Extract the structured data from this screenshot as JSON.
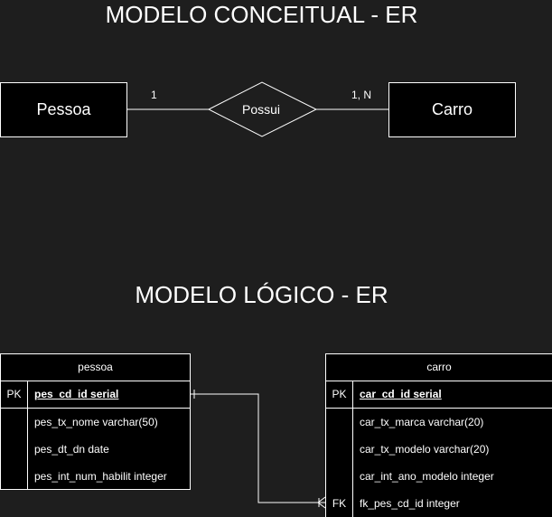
{
  "conceptual": {
    "title": "MODELO CONCEITUAL - ER",
    "entity_left": "Pessoa",
    "entity_right": "Carro",
    "relationship": "Possui",
    "card_left": "1",
    "card_right": "1, N"
  },
  "logical": {
    "title": "MODELO LÓGICO - ER",
    "pessoa": {
      "name": "pessoa",
      "pk_label": "PK",
      "pk_column": "pes_cd_id serial",
      "columns": [
        "pes_tx_nome varchar(50)",
        "pes_dt_dn date",
        "pes_int_num_habilit integer"
      ]
    },
    "carro": {
      "name": "carro",
      "pk_label": "PK",
      "pk_column": "car_cd_id serial",
      "columns": [
        "car_tx_marca varchar(20)",
        "car_tx_modelo varchar(20)",
        "car_int_ano_modelo integer"
      ],
      "fk_label": "FK",
      "fk_column": "fk_pes_cd_id integer"
    }
  },
  "colors": {
    "background": "#1e1e1e",
    "stroke": "#ffffff",
    "fill": "#000000"
  }
}
